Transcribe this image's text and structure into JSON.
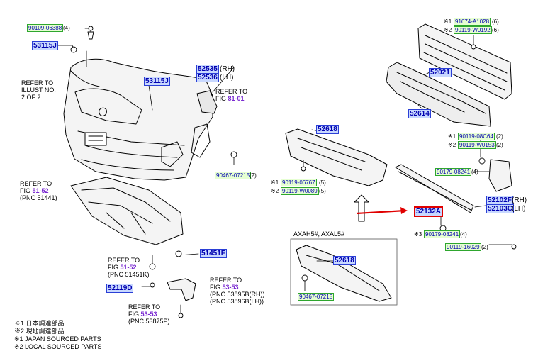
{
  "parts": {
    "p1": "90109-06388",
    "p1_qty": "(4)",
    "p2": "53115J",
    "p3": "53115J",
    "p4": "52535",
    "p4_side": "(RH)",
    "p5": "52536",
    "p5_side": "(LH)",
    "p6": "90467-07215",
    "p6_qty": "(2)",
    "p7": "51451F",
    "p8": "52119D",
    "p9": "91674-A1028",
    "p9_qty": "(6)",
    "p10": "90119-W0192",
    "p10_qty": "(6)",
    "p11": "52021",
    "p12": "52614",
    "p13": "52618",
    "p14": "90119-06767",
    "p14_qty": "(5)",
    "p15": "90119-W0089",
    "p15_qty": "(5)",
    "p16": "90119-08C64",
    "p16_qty": "(2)",
    "p17": "90119-W0153",
    "p17_qty": "(2)",
    "p18": "90179-08241",
    "p18_qty": "(4)",
    "p19": "52102F",
    "p19_side": "(RH)",
    "p20": "52103C",
    "p20_side": "(LH)",
    "p21": "52132A",
    "p22": "90179-08241",
    "p22_qty": "(4)",
    "p23": "90119-16029",
    "p23_qty": "(2)",
    "p24": "52618",
    "p25": "90467-07215"
  },
  "marks": {
    "m1": "※1",
    "m2": "※2",
    "m3": "※3"
  },
  "refs": {
    "r1": {
      "pre": "REFER TO\nILLUST NO.\n2 OF 2"
    },
    "r2": {
      "pre": "REFER TO",
      "fig_pre": "FIG ",
      "fig": "81-01"
    },
    "r3": {
      "pre": "REFER TO",
      "fig_pre": "FIG ",
      "fig": "51-52",
      "post": "(PNC 51441)"
    },
    "r4": {
      "pre": "REFER TO",
      "fig_pre": "FIG ",
      "fig": "51-52",
      "post": "(PNC 51451K)"
    },
    "r5": {
      "pre": "REFER TO",
      "fig_pre": "FIG ",
      "fig": "53-53",
      "post": "(PNC 53895B(RH))\n(PNC 53896B(LH))"
    },
    "r6": {
      "pre": "REFER TO",
      "fig_pre": "FIG ",
      "fig": "53-53",
      "post": "(PNC 53875P)"
    }
  },
  "variant_label": "AXAH5#, AXAL5#",
  "notes": [
    "※1 日本調達部品",
    "※2 現地調達部品",
    "※1 JAPAN SOURCED PARTS",
    "※2 LOCAL SOURCED PARTS"
  ],
  "colors": {
    "line": "#000000",
    "arrow": "#e00000",
    "blue_box": "#c8d8ff",
    "green_box": "#e6ffd2"
  }
}
